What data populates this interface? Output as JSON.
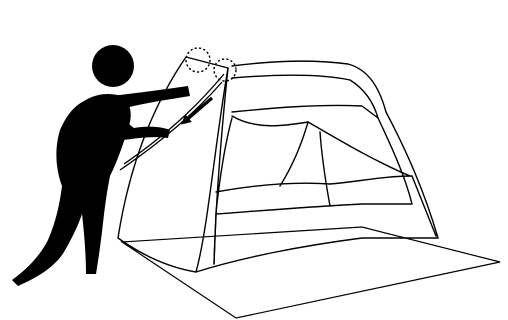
{
  "figure": {
    "kind": "instructional-diagram",
    "colors": {
      "background": "#ffffff",
      "ink": "#000000"
    },
    "icons": [
      "person-silhouette",
      "pop-up-tent",
      "ground-sheet",
      "pole-tip-highlight-circle",
      "direction-arrow"
    ]
  }
}
